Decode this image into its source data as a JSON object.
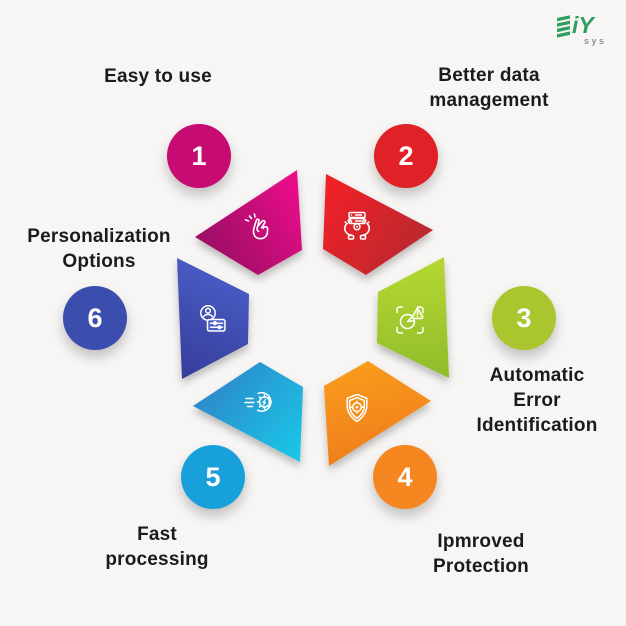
{
  "background_color": "#f8f6f4",
  "text_color": "#1b1b1f",
  "logo": {
    "brand_suffix": "iY",
    "sub": "sys",
    "green": "#2f9e5f",
    "gray": "#8d949b"
  },
  "items": [
    {
      "number": "1",
      "label": "Easy to use",
      "icon": "snap-fingers-icon",
      "circle_color": "#c60b73",
      "gradient_from": "#ea0a8a",
      "gradient_to": "#951261"
    },
    {
      "number": "2",
      "label": "Better data\nmanagement",
      "icon": "hands-holding-data-icon",
      "circle_color": "#e02127",
      "gradient_from": "#ee2028",
      "gradient_to": "#b22b30"
    },
    {
      "number": "3",
      "label": "Automatic\nError\nIdentification",
      "icon": "error-scan-icon",
      "circle_color": "#a9c62f",
      "gradient_from": "#b8d832",
      "gradient_to": "#8fbc2b"
    },
    {
      "number": "4",
      "label": "Ipmroved\nProtection",
      "icon": "shield-target-icon",
      "circle_color": "#f6861f",
      "gradient_from": "#f99d1f",
      "gradient_to": "#ef7a1e"
    },
    {
      "number": "5",
      "label": "Fast\nprocessing",
      "icon": "speed-gear-icon",
      "circle_color": "#18a0da",
      "gradient_from": "#2e86c8",
      "gradient_to": "#19c9e9"
    },
    {
      "number": "6",
      "label": "Personalization\nOptions",
      "icon": "id-card-icon",
      "circle_color": "#3b4dad",
      "gradient_from": "#4a5ec7",
      "gradient_to": "#383f9e"
    }
  ]
}
